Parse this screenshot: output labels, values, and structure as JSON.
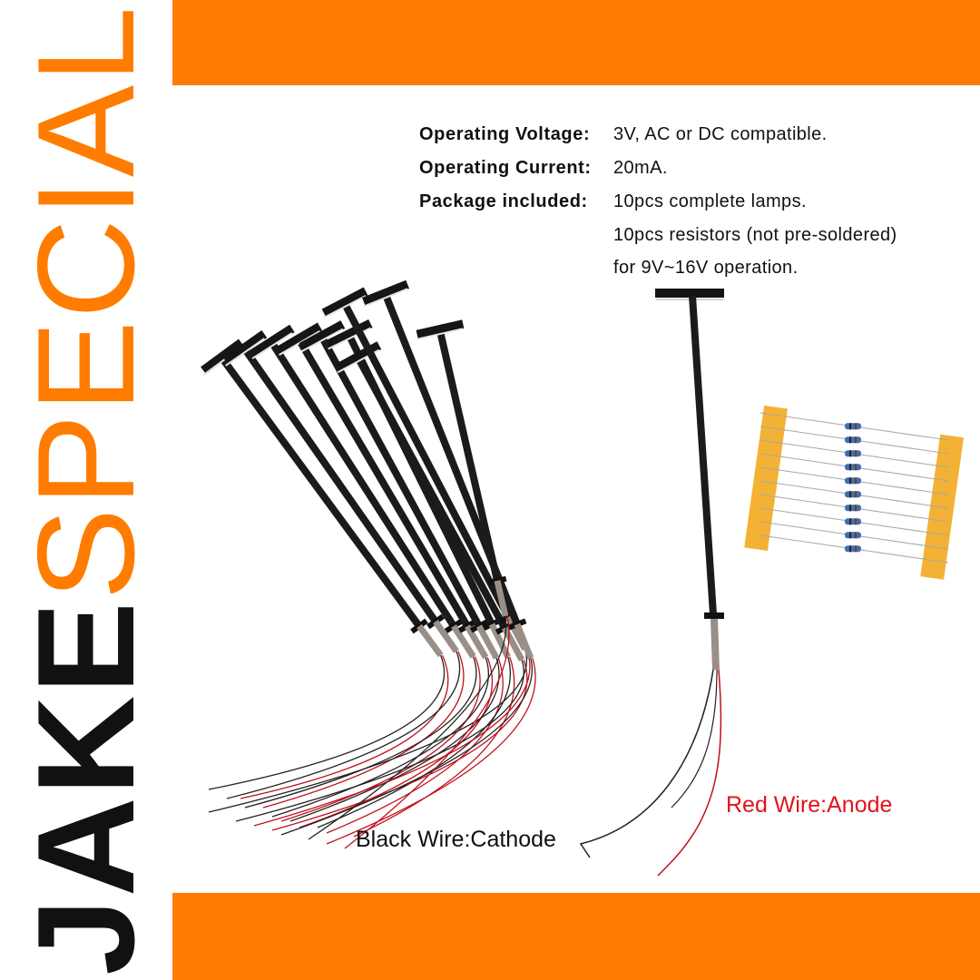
{
  "brand": {
    "part1": "JAKE",
    "part2": "SPECIAL"
  },
  "colors": {
    "accent": "#ff7c00",
    "dark": "#111111",
    "red_label": "#e0141e",
    "resistor_tape": "#f3b234"
  },
  "specs": [
    {
      "label": "Operating Voltage:",
      "value": "3V, AC or DC compatible."
    },
    {
      "label": "Operating Current:",
      "value": "20mA."
    },
    {
      "label": "Package included:",
      "value": "10pcs complete lamps."
    }
  ],
  "specs_extra": [
    "10pcs resistors (not pre-soldered)",
    "for 9V~16V operation."
  ],
  "labels": {
    "black_wire": "Black Wire:Cathode",
    "red_wire": "Red Wire:Anode"
  }
}
